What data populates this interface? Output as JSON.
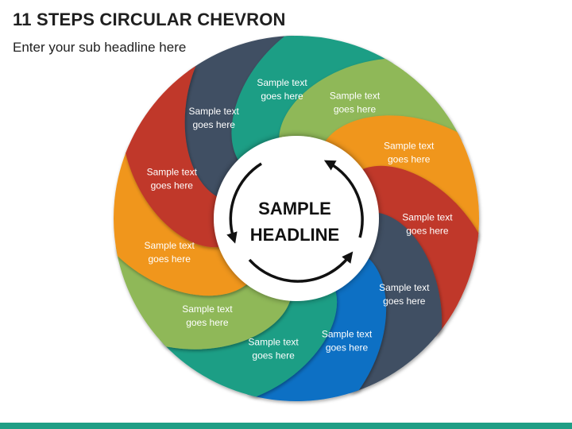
{
  "header": {
    "title": "11 STEPS CIRCULAR CHEVRON",
    "subtitle": "Enter your sub headline here"
  },
  "center": {
    "line1": "SAMPLE",
    "line2": "HEADLINE",
    "icon": "circular-arrows-icon"
  },
  "steps": [
    {
      "line1": "Sample text",
      "line2": "goes here",
      "color": "#3f4f63"
    },
    {
      "line1": "Sample text",
      "line2": "goes here",
      "color": "#1f9e85"
    },
    {
      "line1": "Sample text",
      "line2": "goes here",
      "color": "#8fb858"
    },
    {
      "line1": "Sample text",
      "line2": "goes here",
      "color": "#f0961e"
    },
    {
      "line1": "Sample text",
      "line2": "goes here",
      "color": "#c0392b"
    },
    {
      "line1": "Sample text",
      "line2": "goes here",
      "color": "#3f4f63"
    },
    {
      "line1": "Sample text",
      "line2": "goes here",
      "color": "#0c6fc4"
    },
    {
      "line1": "Sample text",
      "line2": "goes here",
      "color": "#1f9e85"
    },
    {
      "line1": "Sample text",
      "line2": "goes here",
      "color": "#8fb858"
    },
    {
      "line1": "Sample text",
      "line2": "goes here",
      "color": "#f0961e"
    },
    {
      "line1": "Sample text",
      "line2": "goes here",
      "color": "#c0392b"
    }
  ],
  "colors": {
    "bottom_bar": "#1f9e85",
    "center_fill": "#ffffff",
    "arrow": "#111111"
  }
}
